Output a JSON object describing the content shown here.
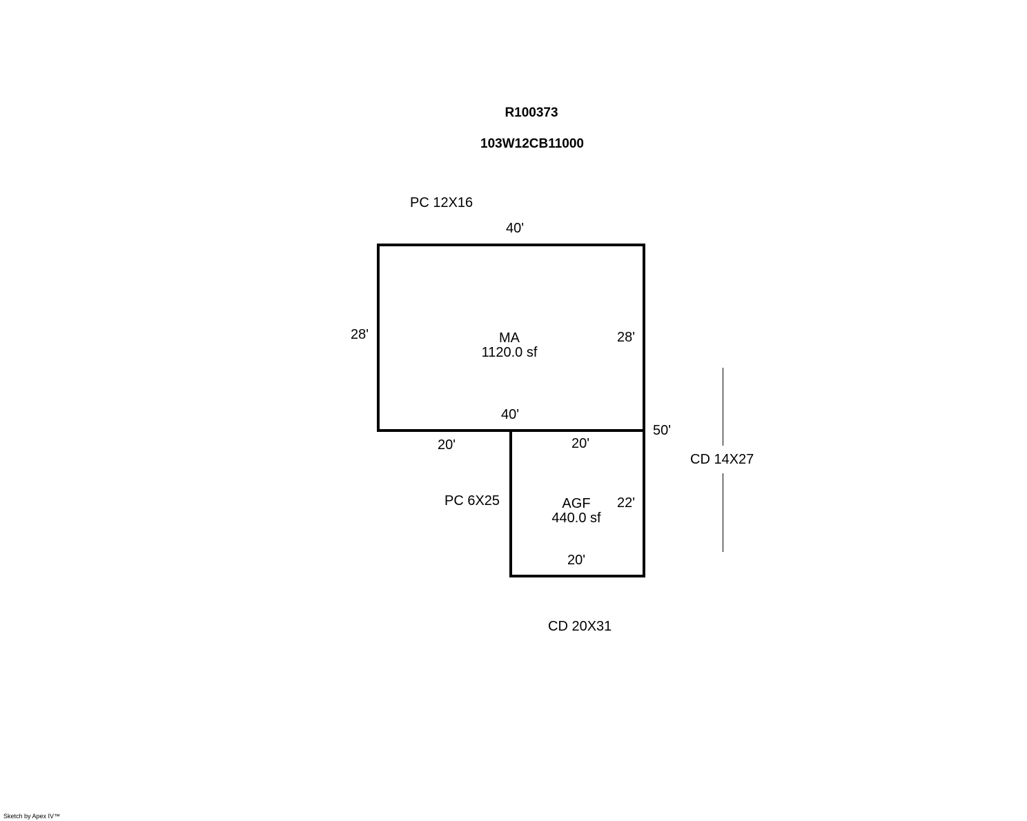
{
  "header": {
    "parcel_id": "R100373",
    "map_tax_lot": "103W12CB11000"
  },
  "rooms": {
    "main": {
      "code": "MA",
      "area": "1120.0 sf",
      "top_dim": "40'",
      "left_dim": "28'",
      "right_dim": "28'",
      "bottom_dim": "40'"
    },
    "garage": {
      "code": "AGF",
      "area": "440.0 sf",
      "top_dim": "20'",
      "right_dim": "22'",
      "bottom_dim": "20'"
    }
  },
  "dimensions": {
    "left_bottom_segment": "20'",
    "corner_total": "50'"
  },
  "annotations": {
    "porch_top": "PC 12X16",
    "porch_left": "PC 6X25",
    "deck_right": "CD 14X27",
    "deck_bottom": "CD 20X31"
  },
  "footer": {
    "credit": "Sketch by Apex IV™"
  }
}
